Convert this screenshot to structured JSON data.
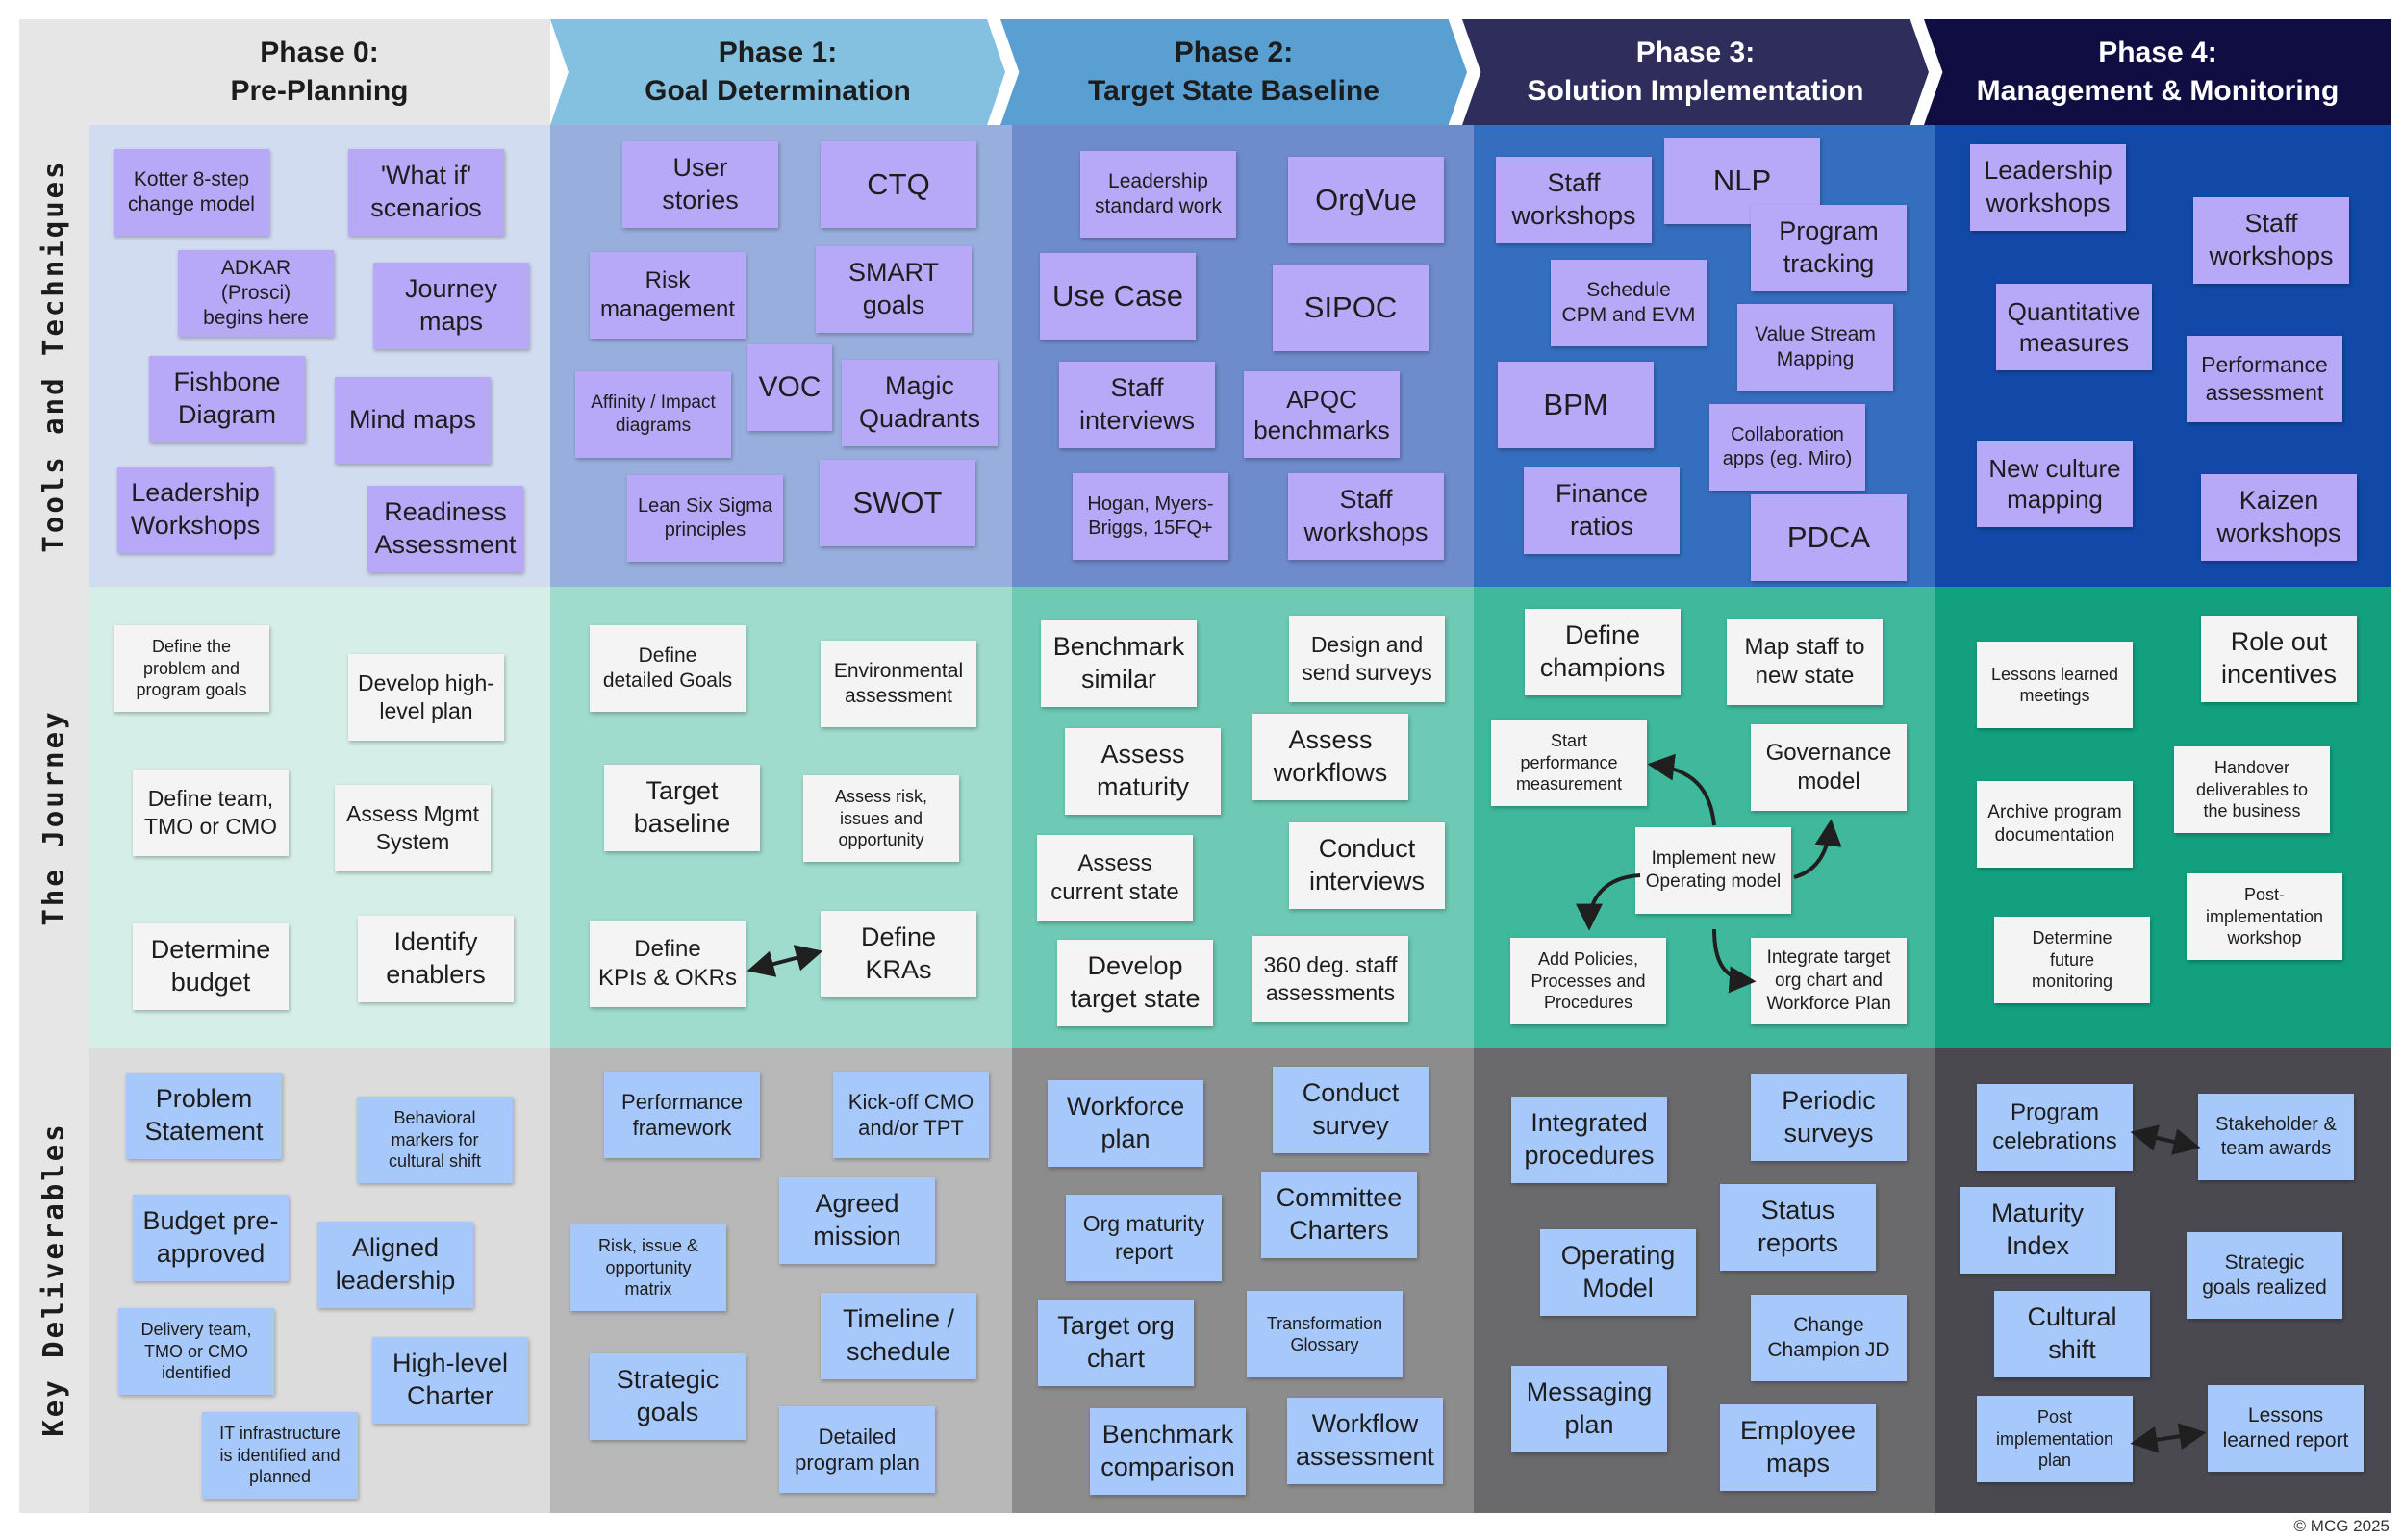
{
  "phases": [
    {
      "line1": "Phase 0:",
      "line2": "Pre-Planning"
    },
    {
      "line1": "Phase 1:",
      "line2": "Goal Determination"
    },
    {
      "line1": "Phase 2:",
      "line2": "Target State Baseline"
    },
    {
      "line1": "Phase 3:",
      "line2": "Solution Implementation"
    },
    {
      "line1": "Phase 4:",
      "line2": "Management & Monitoring"
    }
  ],
  "rows": [
    {
      "label": "Tools and Techniques"
    },
    {
      "label": "The Journey"
    },
    {
      "label": "Key Deliverables"
    }
  ],
  "colors": {
    "header_bg": [
      "#e6e6e6",
      "#84c0e0",
      "#5a9fd2",
      "#2f2d5c",
      "#0f0d42"
    ],
    "header_text": [
      "#1c1c1c",
      "#1c1c1c",
      "#1c1c1c",
      "#ffffff",
      "#ffffff"
    ],
    "tools_bg": [
      "#d2dcf0",
      "#98aedd",
      "#6e8bcb",
      "#356ebf",
      "#1249a8"
    ],
    "journey_bg": [
      "#d5efe8",
      "#9fdccd",
      "#6ec9b5",
      "#3fb89c",
      "#12a07f"
    ],
    "deliverables_bg": [
      "#dcdcdc",
      "#b8b8b8",
      "#8c8c8c",
      "#6a6a6c",
      "#4a4950"
    ],
    "sticky_purple": "#b8a9f8",
    "sticky_white": "#f4f4f4",
    "sticky_blue": "#a7c8fa",
    "connector": "#1f1f1f"
  },
  "notes": {
    "tools": [
      [
        "Kotter 8-step\nchange model",
        "'What if'\nscenarios",
        "ADKAR (Prosci)\nbegins here",
        "Journey\nmaps",
        "Fishbone\nDiagram",
        "Mind maps",
        "Leadership\nWorkshops",
        "Readiness\nAssessment"
      ],
      [
        "User\nstories",
        "CTQ",
        "Risk\nmanagement",
        "SMART\ngoals",
        "Affinity / Impact\ndiagrams",
        "VOC",
        "Magic\nQuadrants",
        "Lean Six Sigma\nprinciples",
        "SWOT"
      ],
      [
        "Leadership\nstandard work",
        "OrgVue",
        "Use Case",
        "SIPOC",
        "Staff\ninterviews",
        "APQC\nbenchmarks",
        "Hogan, Myers-\nBriggs, 15FQ+",
        "Staff\nworkshops"
      ],
      [
        "Staff\nworkshops",
        "NLP",
        "Program\ntracking",
        "Schedule\nCPM and EVM",
        "Value Stream\nMapping",
        "BPM",
        "Collaboration\napps (eg. Miro)",
        "Finance\nratios",
        "PDCA"
      ],
      [
        "Leadership\nworkshops",
        "Staff\nworkshops",
        "Quantitative\nmeasures",
        "Performance\nassessment",
        "New culture\nmapping",
        "Kaizen\nworkshops"
      ]
    ],
    "journey": [
      [
        "Define the\nproblem and\nprogram goals",
        "Develop high-\nlevel plan",
        "Define team,\nTMO or CMO",
        "Assess Mgmt\nSystem",
        "Determine\nbudget",
        "Identify\nenablers"
      ],
      [
        "Define\ndetailed Goals",
        "Environmental\nassessment",
        "Target\nbaseline",
        "Assess risk,\nissues and\nopportunity",
        "Define\nKPIs & OKRs",
        "Define\nKRAs"
      ],
      [
        "Benchmark\nsimilar",
        "Design and\nsend surveys",
        "Assess\nmaturity",
        "Assess\nworkflows",
        "Assess\ncurrent state",
        "Conduct\ninterviews",
        "Develop\ntarget state",
        "360 deg. staff\nassessments"
      ],
      [
        "Define\nchampions",
        "Map staff to\nnew state",
        "Start\nperformance\nmeasurement",
        "Governance\nmodel",
        "Implement new\nOperating model",
        "Add Policies,\nProcesses and\nProcedures",
        "Integrate target\norg chart and\nWorkforce Plan"
      ],
      [
        "Lessons learned\nmeetings",
        "Role out\nincentives",
        "Handover\ndeliverables to\nthe business",
        "Archive program\ndocumentation",
        "Post-\nimplementation\nworkshop",
        "Determine\nfuture\nmonitoring"
      ]
    ],
    "deliverables": [
      [
        "Problem\nStatement",
        "Behavioral\nmarkers for\ncultural shift",
        "Budget pre-\napproved",
        "Aligned\nleadership",
        "Delivery team,\nTMO or CMO\nidentified",
        "High-level\nCharter",
        "IT infrastructure\nis identified and\nplanned"
      ],
      [
        "Performance\nframework",
        "Kick-off CMO\nand/or TPT",
        "Agreed\nmission",
        "Risk, issue &\nopportunity\nmatrix",
        "Timeline /\nschedule",
        "Strategic\ngoals",
        "Detailed\nprogram plan"
      ],
      [
        "Workforce\nplan",
        "Conduct\nsurvey",
        "Org maturity\nreport",
        "Committee\nCharters",
        "Target org\nchart",
        "Transformation\nGlossary",
        "Benchmark\ncomparison",
        "Workflow\nassessment"
      ],
      [
        "Integrated\nprocedures",
        "Periodic\nsurveys",
        "Operating\nModel",
        "Status\nreports",
        "Change\nChampion JD",
        "Messaging\nplan",
        "Employee\nmaps"
      ],
      [
        "Program\ncelebrations",
        "Stakeholder &\nteam awards",
        "Maturity\nIndex",
        "Strategic\ngoals realized",
        "Cultural\nshift",
        "Post\nimplementation\nplan",
        "Lessons\nlearned report"
      ]
    ]
  },
  "footer": {
    "copyright": "© MCG 2025"
  }
}
